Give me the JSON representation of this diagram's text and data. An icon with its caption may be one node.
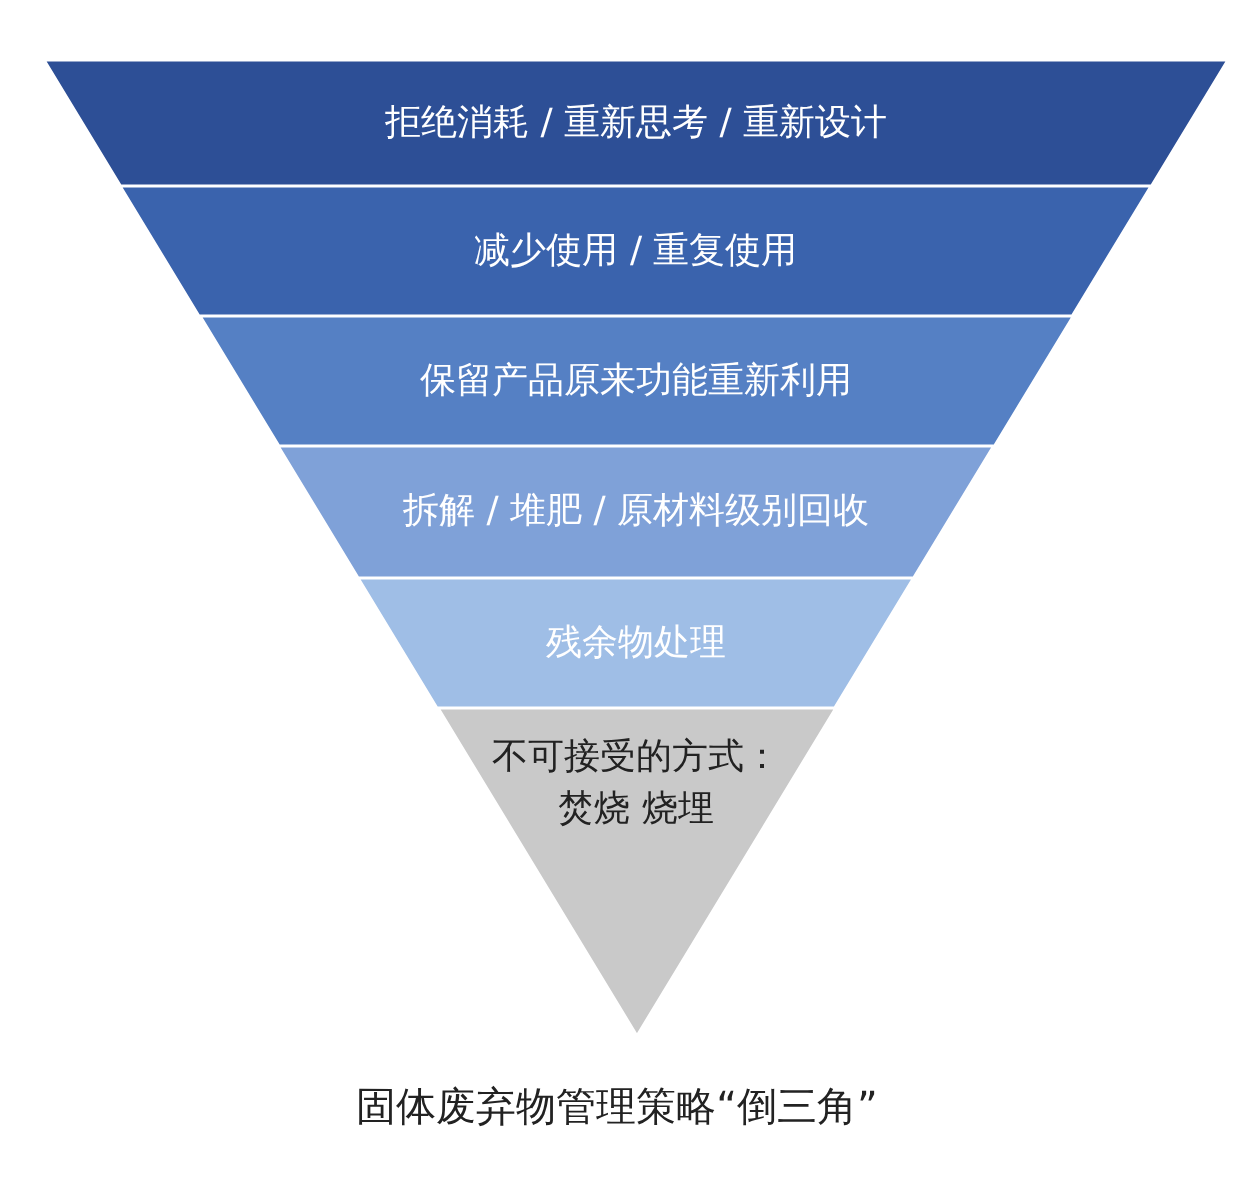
{
  "diagram": {
    "caption": "固体废弃物管理策略“倒三角”",
    "nodes": [
      {
        "text": [
          "拒绝消耗 / 重新思考 / 重新设计"
        ]
      },
      {
        "text": [
          "减少使用 / 重复使用"
        ]
      },
      {
        "text": [
          "保留产品原来功能重新利用"
        ]
      },
      {
        "text": [
          "拆解 / 堆肥 / 原材料级别回收"
        ]
      },
      {
        "text": [
          "残余物处理"
        ]
      },
      {
        "text": [
          "不可接受的方式：",
          "焚烧 烧埋"
        ]
      }
    ]
  }
}
